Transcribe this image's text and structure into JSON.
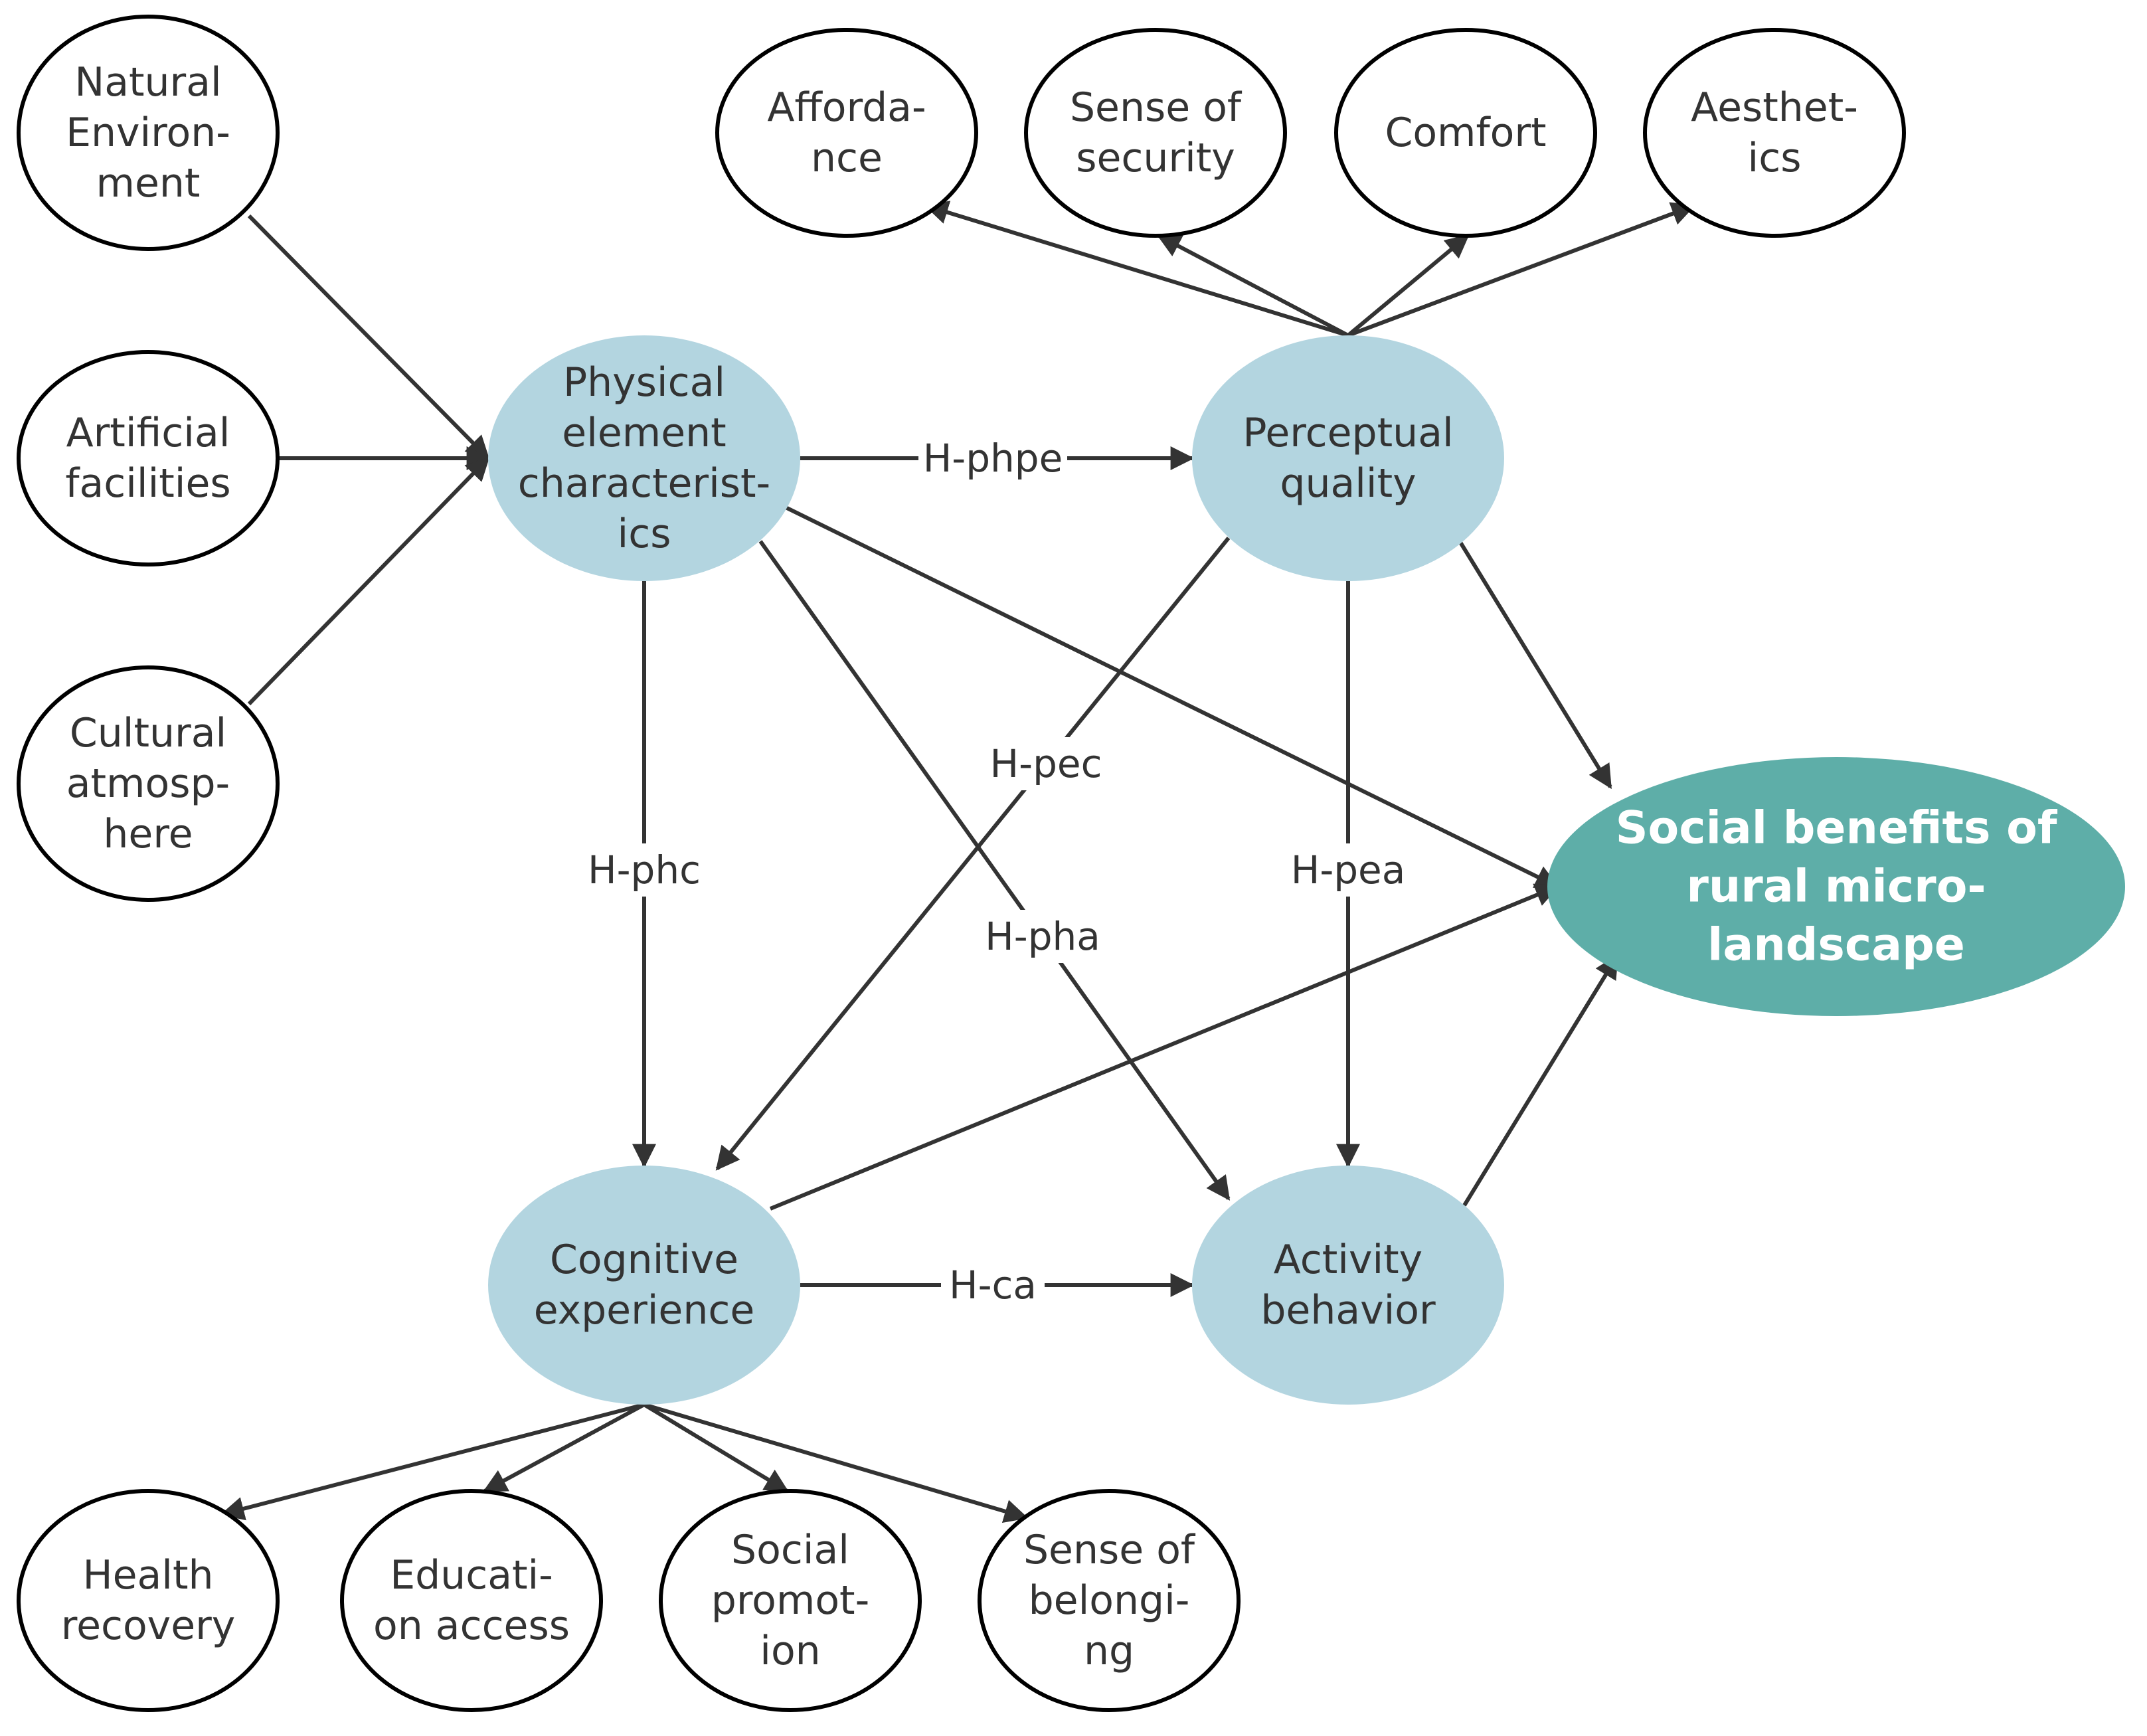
{
  "colors": {
    "outline_node_fill": "#ffffff",
    "construct_node_fill": "#b3d5e0",
    "outcome_node_fill": "#5eaea8",
    "edge": "#333333"
  },
  "nodes": {
    "natural_environment": [
      "Natural",
      "Environ-",
      "ment"
    ],
    "artificial_facilities": [
      "Artificial",
      "facilities"
    ],
    "cultural_atmosphere": [
      "Cultural",
      "atmosp-",
      "here"
    ],
    "affordance": [
      "Affordа-",
      "nce"
    ],
    "sense_of_security": [
      "Sense of",
      "security"
    ],
    "comfort": [
      "Comfort"
    ],
    "aesthetics": [
      "Aesthet-",
      "ics"
    ],
    "physical_element": [
      "Physical",
      "element",
      "characterist-",
      "ics"
    ],
    "perceptual_quality": [
      "Perceptual",
      "quality"
    ],
    "social_benefits": [
      "Social benefits of",
      "rural micro-",
      "landscape"
    ],
    "cognitive_experience": [
      "Cognitive",
      "experience"
    ],
    "activity_behavior": [
      "Activity",
      "behavior"
    ],
    "health_recovery": [
      "Health",
      "recovery"
    ],
    "education_access": [
      "Educati-",
      "on access"
    ],
    "social_promotion": [
      "Social",
      "promot-",
      "ion"
    ],
    "sense_of_belonging": [
      "Sense of",
      "belongi-",
      "ng"
    ]
  },
  "edge_labels": {
    "h_phpe": "H-phpe",
    "h_pec": "H-pec",
    "h_phc": "H-phc",
    "h_pea": "H-pea",
    "h_pha": "H-pha",
    "h_ca": "H-ca"
  }
}
